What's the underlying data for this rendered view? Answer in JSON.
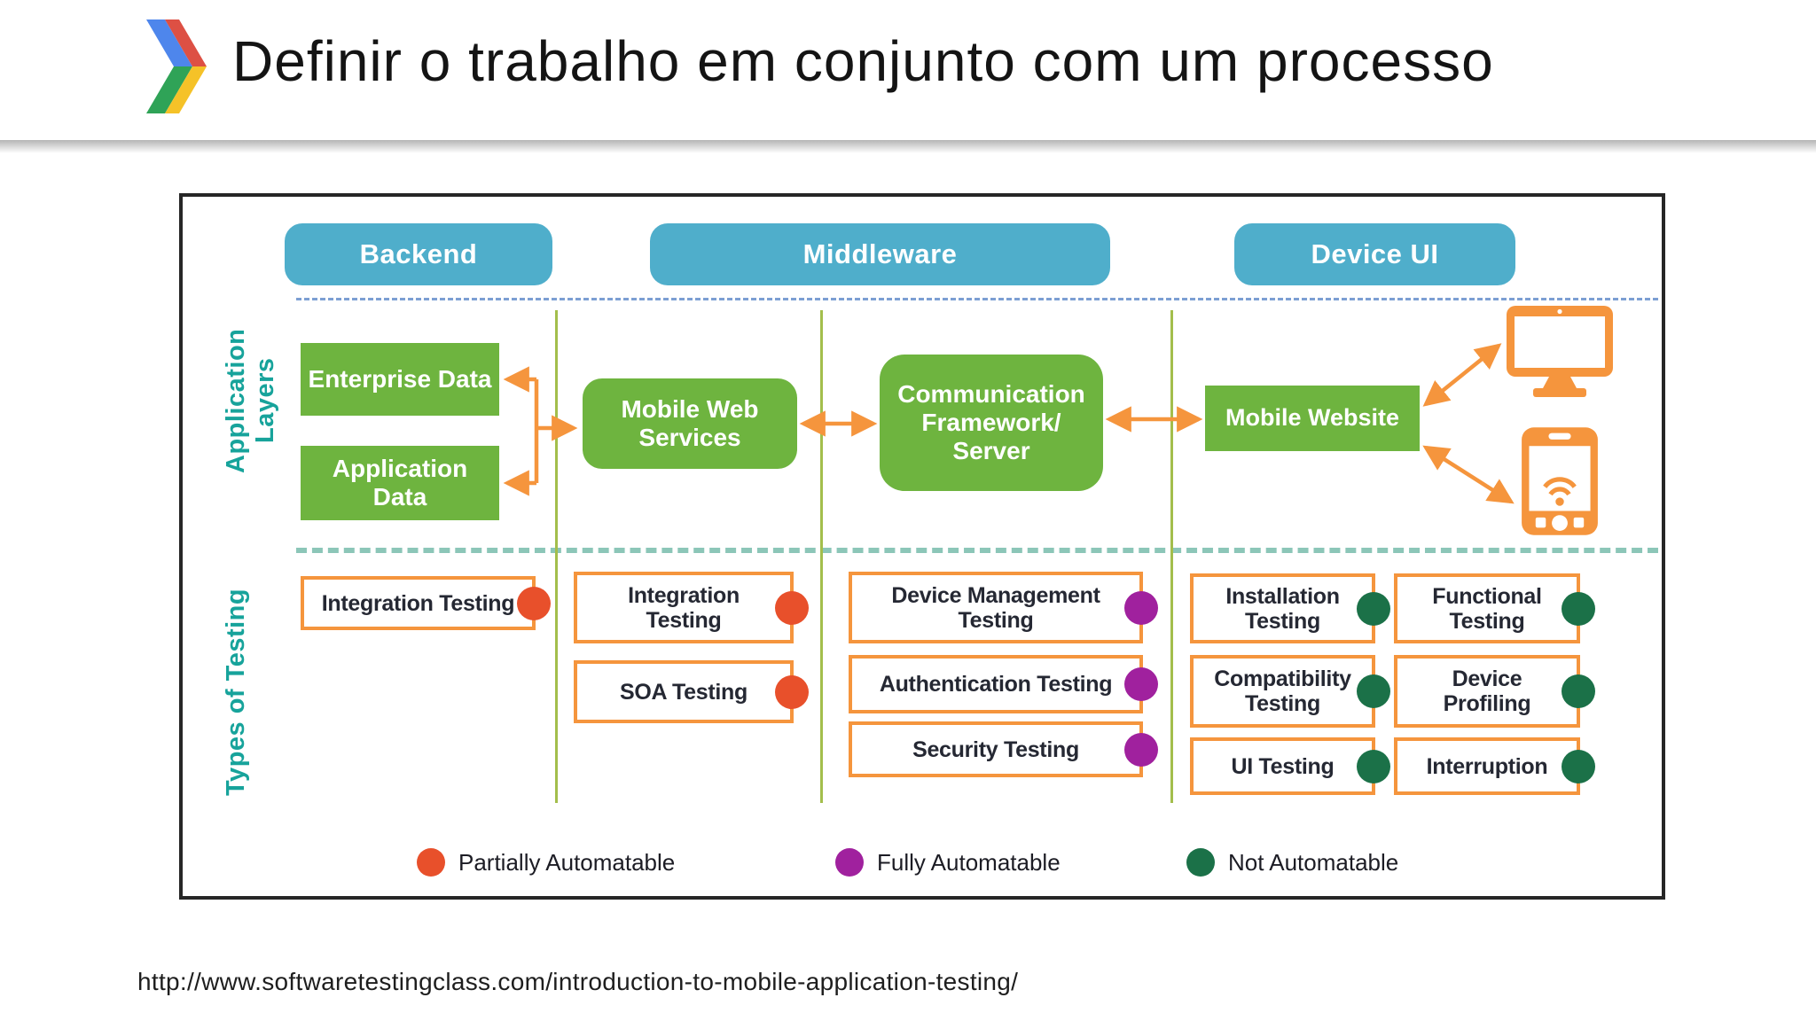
{
  "header": {
    "title": "Definir o trabalho em conjunto com um processo"
  },
  "diagram": {
    "layer_headers": [
      "Backend",
      "Middleware",
      "Device UI"
    ],
    "side_labels": {
      "application_layers": "Application Layers",
      "types_of_testing": "Types of Testing"
    },
    "layer_boxes": {
      "enterprise_data": "Enterprise Data",
      "application_data": "Application Data",
      "mobile_web_services": "Mobile Web Services",
      "communication_framework": "Communication Framework/ Server",
      "mobile_website": "Mobile Website"
    },
    "device_icons": [
      {
        "name": "desktop-monitor-icon"
      },
      {
        "name": "smartphone-wifi-icon"
      }
    ],
    "tests": [
      {
        "label": "Integration Testing",
        "color": "#E8502B"
      },
      {
        "label": "Integration Testing",
        "color": "#E8502B"
      },
      {
        "label": "SOA Testing",
        "color": "#E8502B"
      },
      {
        "label": "Device Management Testing",
        "color": "#A0219E"
      },
      {
        "label": "Authentication Testing",
        "color": "#A0219E"
      },
      {
        "label": "Security Testing",
        "color": "#A0219E"
      },
      {
        "label": "Installation Testing",
        "color": "#1B7148"
      },
      {
        "label": "Functional Testing",
        "color": "#1B7148"
      },
      {
        "label": "Compatibility Testing",
        "color": "#1B7148"
      },
      {
        "label": "Device Profiling",
        "color": "#1B7148"
      },
      {
        "label": "UI Testing",
        "color": "#1B7148"
      },
      {
        "label": "Interruption",
        "color": "#1B7148"
      }
    ],
    "legend": [
      {
        "label": "Partially Automatable",
        "color": "#E8502B"
      },
      {
        "label": "Fully Automatable",
        "color": "#A0219E"
      },
      {
        "label": "Not Automatable",
        "color": "#1B7148"
      }
    ],
    "colors": {
      "header_pill": "#4FAECB",
      "layer_box": "#6EB43F",
      "accent_orange": "#F5953D",
      "side_label_teal": "#17A39B"
    }
  },
  "footer": {
    "source_url": "http://www.softwaretestingclass.com/introduction-to-mobile-application-testing/"
  }
}
